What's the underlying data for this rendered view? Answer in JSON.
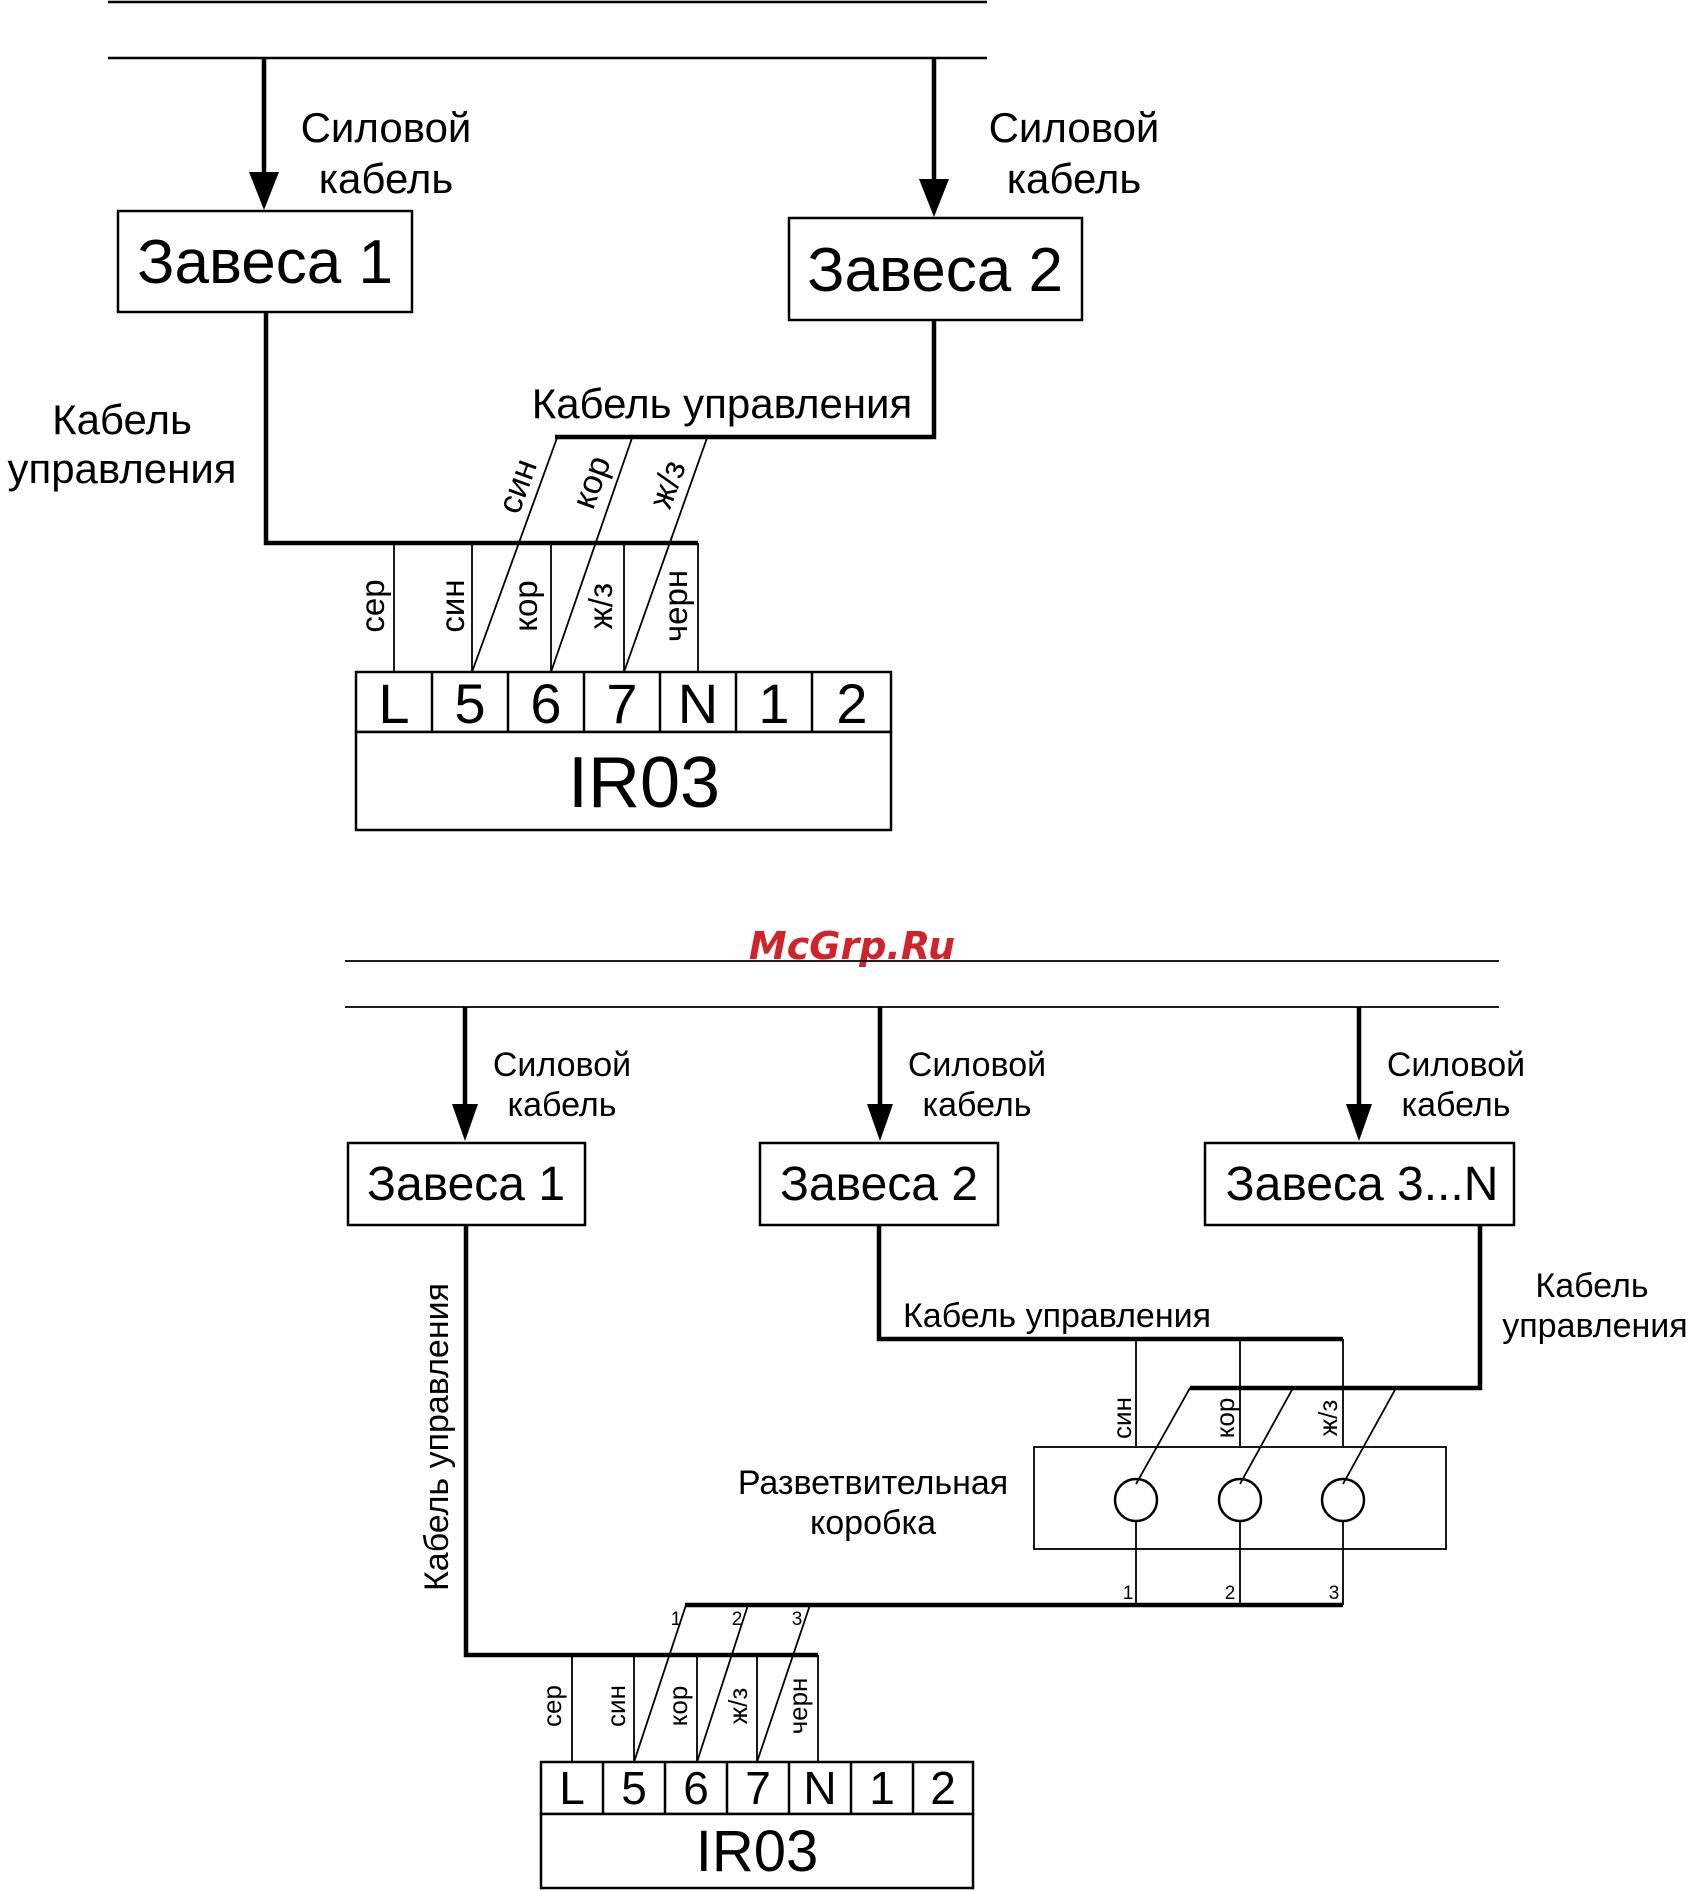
{
  "watermark": "McGrp.Ru",
  "diagram1": {
    "power_cable_1": [
      "Силовой",
      "кабель"
    ],
    "power_cable_2": [
      "Силовой",
      "кабель"
    ],
    "curtain_1": "Завеса 1",
    "curtain_2": "Завеса 2",
    "control_cable_left": [
      "Кабель",
      "управления"
    ],
    "control_cable_right": "Кабель управления",
    "bus_wires": [
      "син",
      "кор",
      "ж/з"
    ],
    "terminal_wires": [
      "сер",
      "син",
      "кор",
      "ж/з",
      "черн"
    ],
    "terminals": [
      "L",
      "5",
      "6",
      "7",
      "N",
      "1",
      "2"
    ],
    "controller": "IR03"
  },
  "diagram2": {
    "power_cable_1": [
      "Силовой",
      "кабель"
    ],
    "power_cable_2": [
      "Силовой",
      "кабель"
    ],
    "power_cable_3": [
      "Силовой",
      "кабель"
    ],
    "curtain_1": "Завеса 1",
    "curtain_2": "Завеса 2",
    "curtain_3": "Завеса 3...N",
    "control_cable_vertical": "Кабель управления",
    "control_cable_mid": "Кабель управления",
    "control_cable_right": [
      "Кабель",
      "управления"
    ],
    "junction_box": [
      "Разветвительная",
      "коробка"
    ],
    "junction_wires": [
      "син",
      "кор",
      "ж/з"
    ],
    "junction_numbers": [
      "1",
      "2",
      "3"
    ],
    "bus_numbers": [
      "1",
      "2",
      "3"
    ],
    "terminal_wires": [
      "сер",
      "син",
      "кор",
      "ж/з",
      "черн"
    ],
    "terminals": [
      "L",
      "5",
      "6",
      "7",
      "N",
      "1",
      "2"
    ],
    "controller": "IR03"
  }
}
